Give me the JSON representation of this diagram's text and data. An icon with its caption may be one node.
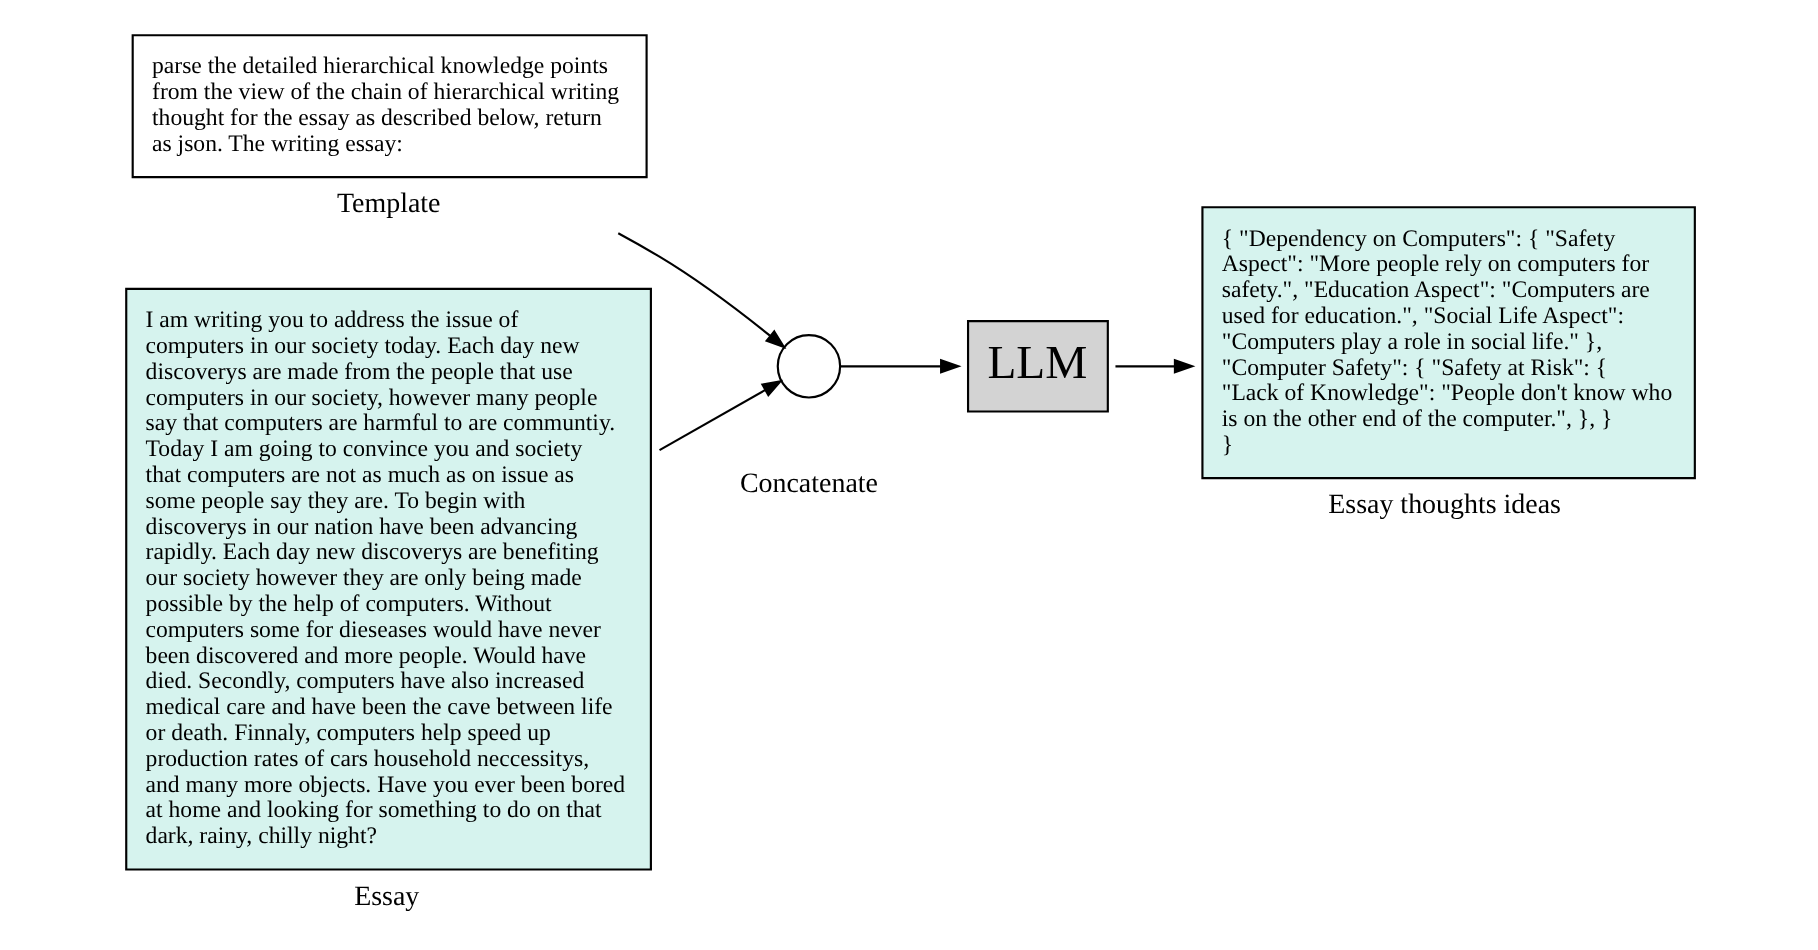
{
  "diagram": {
    "nodes": [
      {
        "text": [
          "I am writing you to address the issue of computers in our society today. Each day new discoverys are made from the people that use computers in our society, however many people say that computers are harmful to are communtiy. Today I am going to convince you and society that computers are not as much as on issue as some people say they are. To begin with discoverys in our nation have been advancing rapidly. Each day new discoverys are benefiting our society however they are only being made possible by the help of computers. Without computers some for dieseases would have never been discovered and more people. Would have died. Secondly, computers have also increased medical care and have been the cave between life or death. Finnaly, computers help speed up production rates of cars household neccessitys, and many more objects. Have you ever been bored at home and looking for something to do on that dark, rainy, chilly night?"
        ],
        "beside": [
          "Essay"
        ]
      },
      {
        "text": [
          "parse the detailed hierarchical knowledge points from the view of the chain of hierarchical writing thought for the essay as described below, return as json. The writing essay:"
        ],
        "beside": [
          "Template"
        ]
      },
      {
        "text": [],
        "shape": "circle",
        "beside": [
          "Concatenate"
        ]
      },
      {
        "text": [
          "LLM"
        ]
      },
      {
        "text": [
          "{ \"Dependency on Computers\": { \"Safety Aspect\": \"More people rely on computers for safety.\", \"Education Aspect\": \"Computers are used for education.\", \"Social Life Aspect\": \"Computers play a role in social life.\" }, \"Computer Safety\": { \"Safety at Risk\": { \"Lack of Knowledge\": \"People don't know who is on the other end of the computer.\", }, } }"
        ],
        "beside": [
          "Essay thoughts ideas"
        ]
      }
    ],
    "edges": [
      {
        "from": 0,
        "to": 2,
        "arrow": "to"
      },
      {
        "from": 1,
        "to": 2,
        "arrow": "to"
      },
      {
        "from": 2,
        "to": 3,
        "arrow": "to"
      },
      {
        "from": 3,
        "to": 4,
        "arrow": "to"
      }
    ]
  }
}
